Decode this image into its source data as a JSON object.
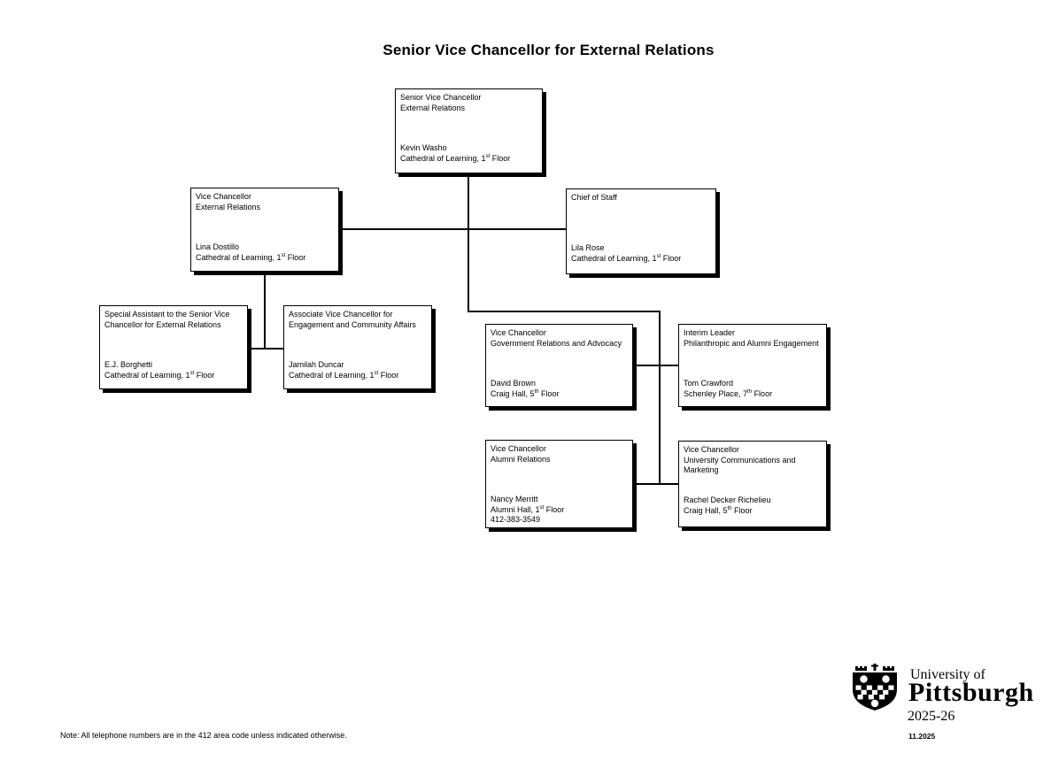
{
  "page": {
    "title": "Senior Vice Chancellor for External Relations",
    "note": "Note: All telephone numbers are in the 412 area code unless indicated otherwise.",
    "version_date": "11.2025"
  },
  "logo": {
    "institution_line1": "University of",
    "institution_line2": "Pittsburgh",
    "year": "2025-26",
    "shield_icon": "pitt-shield-icon",
    "color": "#000000"
  },
  "org": {
    "boxes": [
      {
        "id": "senior-vice-chancellor-external-relations",
        "title_lines": [
          "Senior Vice Chancellor",
          "External Relations"
        ],
        "person_lines": [
          "Kevin Washo",
          "Cathedral of Learning, 1st Floor"
        ]
      },
      {
        "id": "vice-chancellor-external-relations",
        "title_lines": [
          "Vice Chancellor",
          "External Relations"
        ],
        "person_lines": [
          "Lina Dostillo",
          "Cathedral of Learning, 1st Floor"
        ]
      },
      {
        "id": "chief-of-staff",
        "title_lines": [
          "Chief of Staff"
        ],
        "person_lines": [
          "Lila Rose",
          "Cathedral of Learning, 1st Floor"
        ]
      },
      {
        "id": "special-assistant-to-svc-external-relations",
        "title_lines": [
          "Special Assistant to the Senior Vice",
          "Chancellor for External Relations"
        ],
        "person_lines": [
          "E.J. Borghetti",
          "Cathedral of Learning, 1st Floor"
        ]
      },
      {
        "id": "associate-vc-engagement-community-affairs",
        "title_lines": [
          "Associate Vice Chancellor for",
          "Engagement and Community Affairs"
        ],
        "person_lines": [
          "Jamilah Duncar",
          "Cathedral of Learning, 1st Floor"
        ]
      },
      {
        "id": "vc-government-relations-advocacy",
        "title_lines": [
          "Vice Chancellor",
          "Government Relations and Advocacy"
        ],
        "person_lines": [
          "David Brown",
          "Craig Hall, 5th Floor"
        ]
      },
      {
        "id": "interim-leader-philanthropic-alumni-engagement",
        "title_lines": [
          "Interim Leader",
          "Philanthropic and Alumni Engagement"
        ],
        "person_lines": [
          "Tom Crawford",
          "Schenley Place, 7th Floor"
        ]
      },
      {
        "id": "vc-alumni-relations",
        "title_lines": [
          "Vice Chancellor",
          "Alumni Relations"
        ],
        "person_lines": [
          "Nancy Merritt",
          "Alumni Hall, 1st Floor",
          "412-383-3549"
        ]
      },
      {
        "id": "vc-university-communications-marketing",
        "title_lines": [
          "Vice Chancellor",
          "University Communications and",
          "Marketing"
        ],
        "person_lines": [
          "Rachel Decker Richelieu",
          "Craig Hall, 5th Floor"
        ]
      }
    ]
  }
}
